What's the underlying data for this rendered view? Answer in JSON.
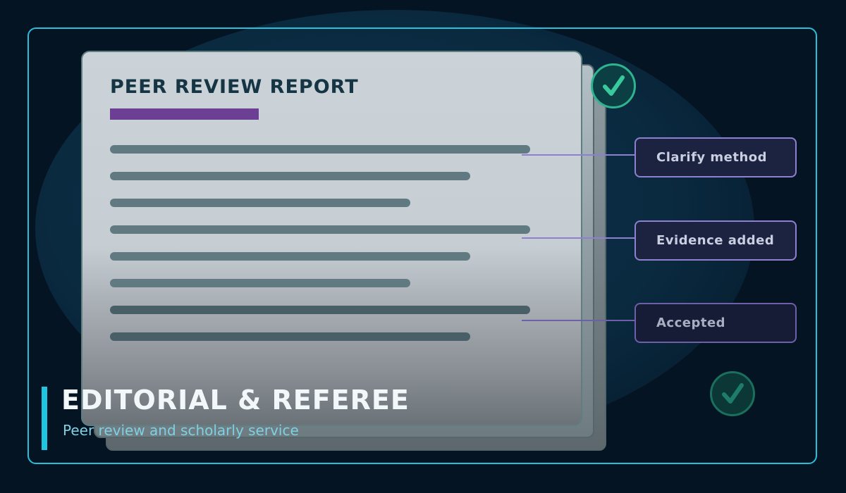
{
  "document": {
    "title": "PEER REVIEW REPORT"
  },
  "review_notes": [
    {
      "label": "Clarify method"
    },
    {
      "label": "Evidence added"
    },
    {
      "label": "Accepted"
    }
  ],
  "hero": {
    "title": "EDITORIAL & REFEREE",
    "subtitle": "Peer review and scholarly service"
  },
  "icons": {
    "top_check": "check-circle-icon",
    "bottom_check": "check-circle-icon"
  },
  "colors": {
    "background": "#041423",
    "frame_border": "#27bfd9",
    "title_underline": "#6a3f94",
    "note_border": "#8f7fd0",
    "check_green": "#2eb58f",
    "hero_accent": "#1ec6e2",
    "subtitle_text": "#7fd0e2"
  }
}
